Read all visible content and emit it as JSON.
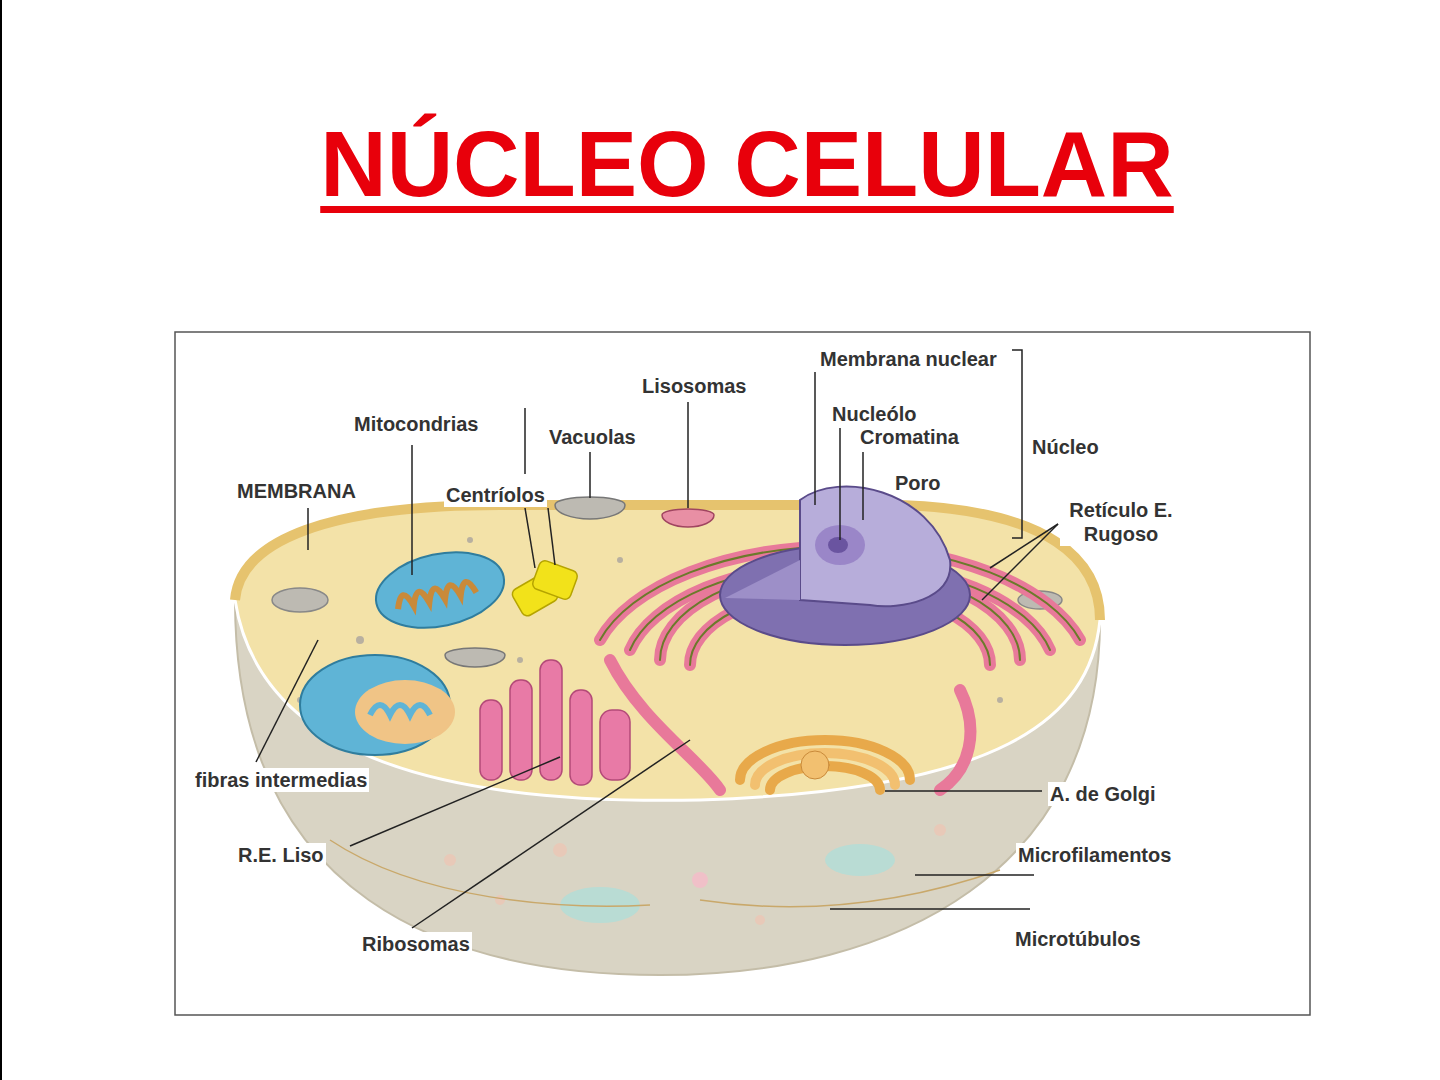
{
  "diagram": {
    "title": "NÚCLEO CELULAR",
    "labels": [
      "Membrana nuclear",
      "Lisosomas",
      "Nucleólo",
      "Cromatina",
      "Núcleo",
      "Mitocondrias",
      "Vacuolas",
      "Poro",
      "MEMBRANA",
      "Centríolos",
      "Retículo E. Rugoso",
      "fibras intermedias",
      "A. de Golgi",
      "R.E. Liso",
      "Microfilamentos",
      "Ribosomas",
      "Microtúbulos"
    ]
  }
}
